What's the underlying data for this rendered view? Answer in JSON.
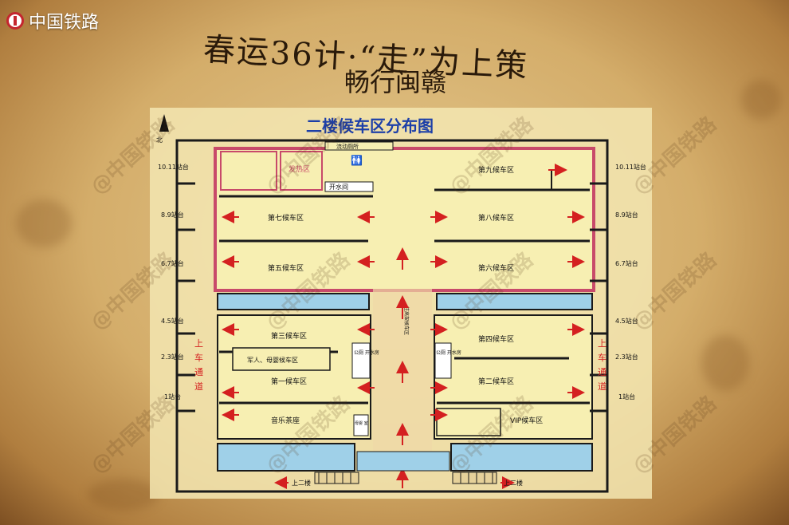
{
  "header": {
    "logo_text": "中国铁路",
    "title": "春运36计·“走”为上策",
    "subtitle": "畅行闽赣"
  },
  "plan": {
    "heading": "二楼候车区分布图",
    "north": "北",
    "rooms": {
      "mobile_toilet": "流动厕所",
      "sick_area": "发热区",
      "water_room": "开水间",
      "hall9": "第九候车区",
      "hall7": "第七候车区",
      "hall8": "第八候车区",
      "hall5": "第五候车区",
      "hall6": "第六候车区",
      "hall3": "第三候车区",
      "hall4": "第四候车区",
      "military": "军人、母婴候车区",
      "hall1": "第一候车区",
      "hall2": "第二候车区",
      "music": "音乐茶座",
      "vip": "VIP候车区",
      "toilet_water_left": "公厕 开水房",
      "toilet_water_right": "公厕 开水房",
      "small_room": "母婴 室",
      "corridor_note": "往高架候车区"
    },
    "platforms_left": [
      "10.11站台",
      "8.9站台",
      "6.7站台",
      "4.5站台",
      "2.3站台",
      "1站台"
    ],
    "platforms_right": [
      "10.11站台",
      "8.9站台",
      "6.7站台",
      "4.5站台",
      "2.3站台",
      "1站台"
    ],
    "boarding_left": [
      "上",
      "车",
      "通",
      "道"
    ],
    "boarding_right": [
      "上",
      "车",
      "通",
      "道"
    ],
    "stairs_left": "上二楼",
    "stairs_right": "上二楼"
  },
  "watermark_text": "@中国铁路",
  "colors": {
    "room_fill": "#f7efb2",
    "wall": "#1a1a1a",
    "accent_line": "#c84a6a",
    "arrow": "#d42020",
    "heading": "#1d3fa8",
    "glass": "#9fd0e8"
  }
}
